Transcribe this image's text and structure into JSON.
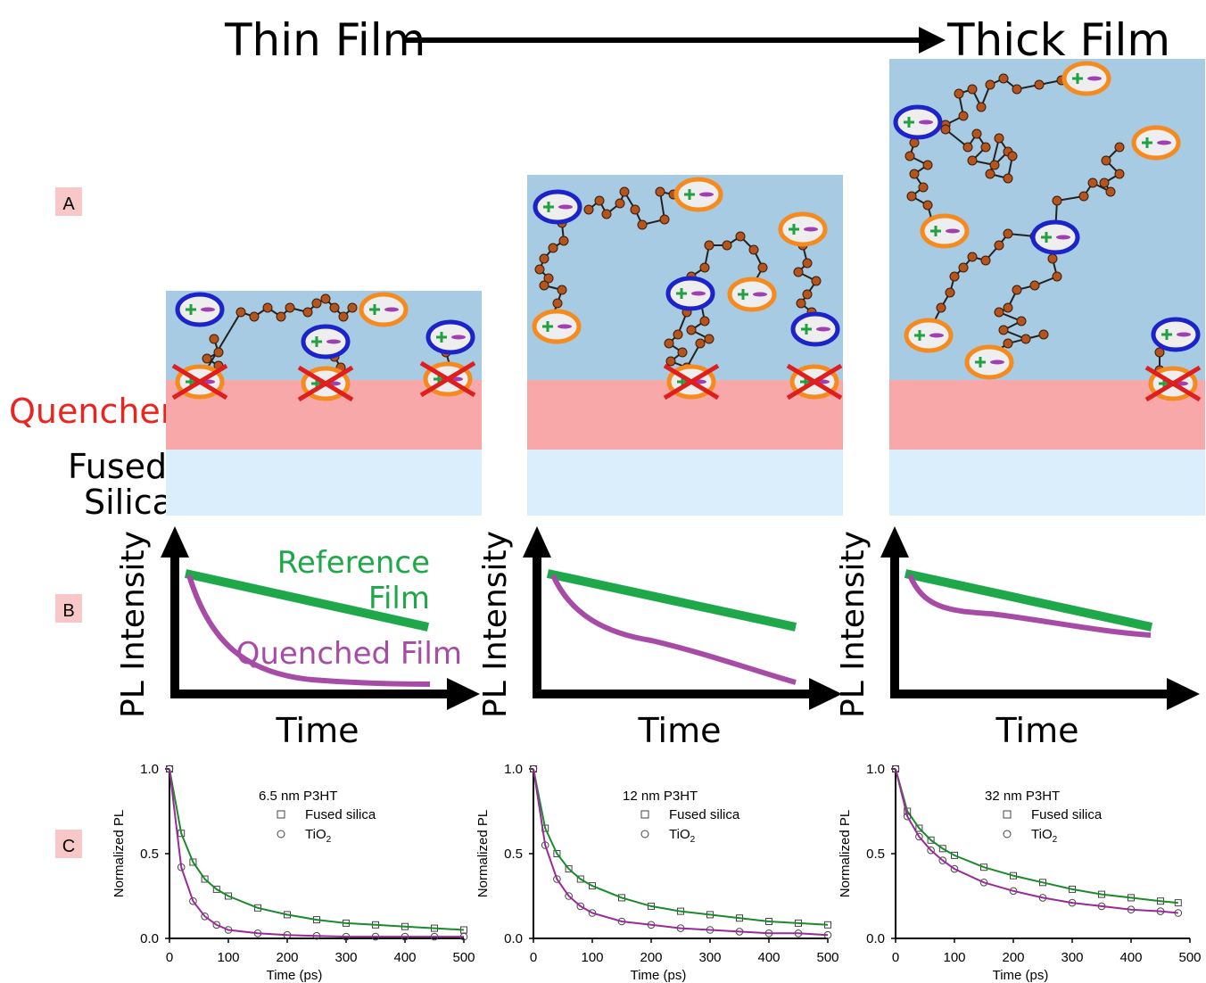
{
  "header": {
    "left_label": "Thin Film",
    "right_label": "Thick Film"
  },
  "row_labels": [
    "A",
    "B",
    "C"
  ],
  "layer_labels": {
    "quencher": "Quencher",
    "substrate_line1": "Fused",
    "substrate_line2": "Silica"
  },
  "schematic_curves": {
    "ylabel": "PL Intensity",
    "xlabel": "Time",
    "reference_line1": "Reference",
    "reference_line2": "Film",
    "quenched_label": "Quenched Film"
  },
  "colors": {
    "film": "#a6cbe3",
    "quencher": "#f8a8a8",
    "substrate": "#daeefb",
    "reference": "#1fa84a",
    "quenched": "#a64ca6",
    "quencher_text": "#e8251f",
    "exciton_blue": "#1b23c9",
    "exciton_orange": "#f58a1f",
    "chain_bead": "#b5541c",
    "cross": "#e01e1e"
  },
  "chart_data": [
    {
      "type": "scatter",
      "title": "6.5 nm P3HT",
      "xlabel": "Time (ps)",
      "ylabel": "Normalized PL",
      "xlim": [
        0,
        500
      ],
      "ylim": [
        0.0,
        1.0
      ],
      "xticks": [
        "0",
        "100",
        "200",
        "300",
        "400",
        "500"
      ],
      "yticks": [
        "0.0",
        "0.5",
        "1.0"
      ],
      "series": [
        {
          "name": "Fused silica",
          "marker": "square",
          "fit_color": "#1a8a2a",
          "x": [
            0,
            20,
            40,
            60,
            80,
            100,
            150,
            200,
            250,
            300,
            350,
            400,
            450,
            500
          ],
          "y": [
            1.0,
            0.62,
            0.45,
            0.35,
            0.29,
            0.25,
            0.18,
            0.14,
            0.11,
            0.09,
            0.08,
            0.07,
            0.06,
            0.05
          ]
        },
        {
          "name": "TiO2",
          "name_parts": [
            "TiO",
            "2"
          ],
          "marker": "circle",
          "fit_color": "#9a2a9a",
          "x": [
            0,
            20,
            40,
            60,
            80,
            100,
            150,
            200,
            250,
            300,
            350,
            400,
            450,
            500
          ],
          "y": [
            1.0,
            0.42,
            0.22,
            0.13,
            0.08,
            0.05,
            0.03,
            0.02,
            0.015,
            0.01,
            0.01,
            0.01,
            0.01,
            0.01
          ]
        }
      ]
    },
    {
      "type": "scatter",
      "title": "12 nm P3HT",
      "xlabel": "Time (ps)",
      "ylabel": "Normalized PL",
      "xlim": [
        0,
        500
      ],
      "ylim": [
        0.0,
        1.0
      ],
      "xticks": [
        "0",
        "100",
        "200",
        "300",
        "400",
        "500"
      ],
      "yticks": [
        "0.0",
        "0.5",
        "1.0"
      ],
      "series": [
        {
          "name": "Fused silica",
          "marker": "square",
          "fit_color": "#1a8a2a",
          "x": [
            0,
            20,
            40,
            60,
            80,
            100,
            150,
            200,
            250,
            300,
            350,
            400,
            450,
            500
          ],
          "y": [
            1.0,
            0.65,
            0.5,
            0.41,
            0.35,
            0.31,
            0.24,
            0.19,
            0.16,
            0.14,
            0.12,
            0.1,
            0.09,
            0.08
          ]
        },
        {
          "name": "TiO2",
          "name_parts": [
            "TiO",
            "2"
          ],
          "marker": "circle",
          "fit_color": "#9a2a9a",
          "x": [
            0,
            20,
            40,
            60,
            80,
            100,
            150,
            200,
            250,
            300,
            350,
            400,
            450,
            500
          ],
          "y": [
            1.0,
            0.55,
            0.35,
            0.25,
            0.19,
            0.15,
            0.1,
            0.08,
            0.06,
            0.05,
            0.04,
            0.03,
            0.03,
            0.02
          ]
        }
      ]
    },
    {
      "type": "scatter",
      "title": "32 nm P3HT",
      "xlabel": "Time (ps)",
      "ylabel": "Normalized PL",
      "xlim": [
        0,
        500
      ],
      "ylim": [
        0.0,
        1.0
      ],
      "xticks": [
        "0",
        "100",
        "200",
        "300",
        "400",
        "500"
      ],
      "yticks": [
        "0.0",
        "0.5",
        "1.0"
      ],
      "series": [
        {
          "name": "Fused silica",
          "marker": "square",
          "fit_color": "#1a8a2a",
          "x": [
            0,
            20,
            40,
            60,
            80,
            100,
            150,
            200,
            250,
            300,
            350,
            400,
            450,
            480
          ],
          "y": [
            1.0,
            0.75,
            0.65,
            0.58,
            0.53,
            0.49,
            0.42,
            0.37,
            0.33,
            0.29,
            0.26,
            0.24,
            0.22,
            0.21
          ]
        },
        {
          "name": "TiO2",
          "name_parts": [
            "TiO",
            "2"
          ],
          "marker": "circle",
          "fit_color": "#9a2a9a",
          "x": [
            0,
            20,
            40,
            60,
            80,
            100,
            150,
            200,
            250,
            300,
            350,
            400,
            450,
            480
          ],
          "y": [
            1.0,
            0.72,
            0.6,
            0.52,
            0.46,
            0.41,
            0.33,
            0.28,
            0.24,
            0.21,
            0.19,
            0.17,
            0.16,
            0.15
          ]
        }
      ]
    }
  ]
}
